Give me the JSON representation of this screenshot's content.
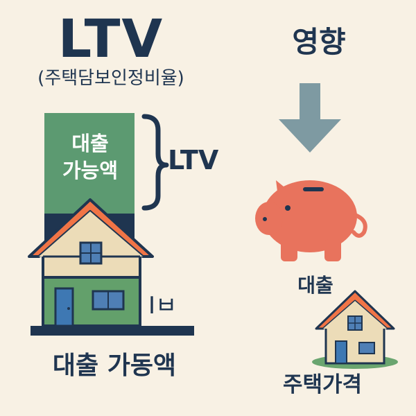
{
  "left": {
    "title": "LTV",
    "subtitle": "(주택담보인정비율)",
    "bar_label_line1": "대출",
    "bar_label_line2": "가능액",
    "brace_label": "LTV",
    "unit_label": "Iㅂ",
    "bottom_label": "대출 가동액"
  },
  "right": {
    "title": "영향",
    "loan_label": "대출",
    "price_label": "주택가격"
  },
  "colors": {
    "background": "#f8f1e4",
    "text": "#1f3550",
    "bar_green": "#5c9a71",
    "house_green": "#63a06b",
    "roof_orange": "#f07446",
    "arrow_gray": "#7e9aa2",
    "piggy_salmon": "#e8735d"
  }
}
